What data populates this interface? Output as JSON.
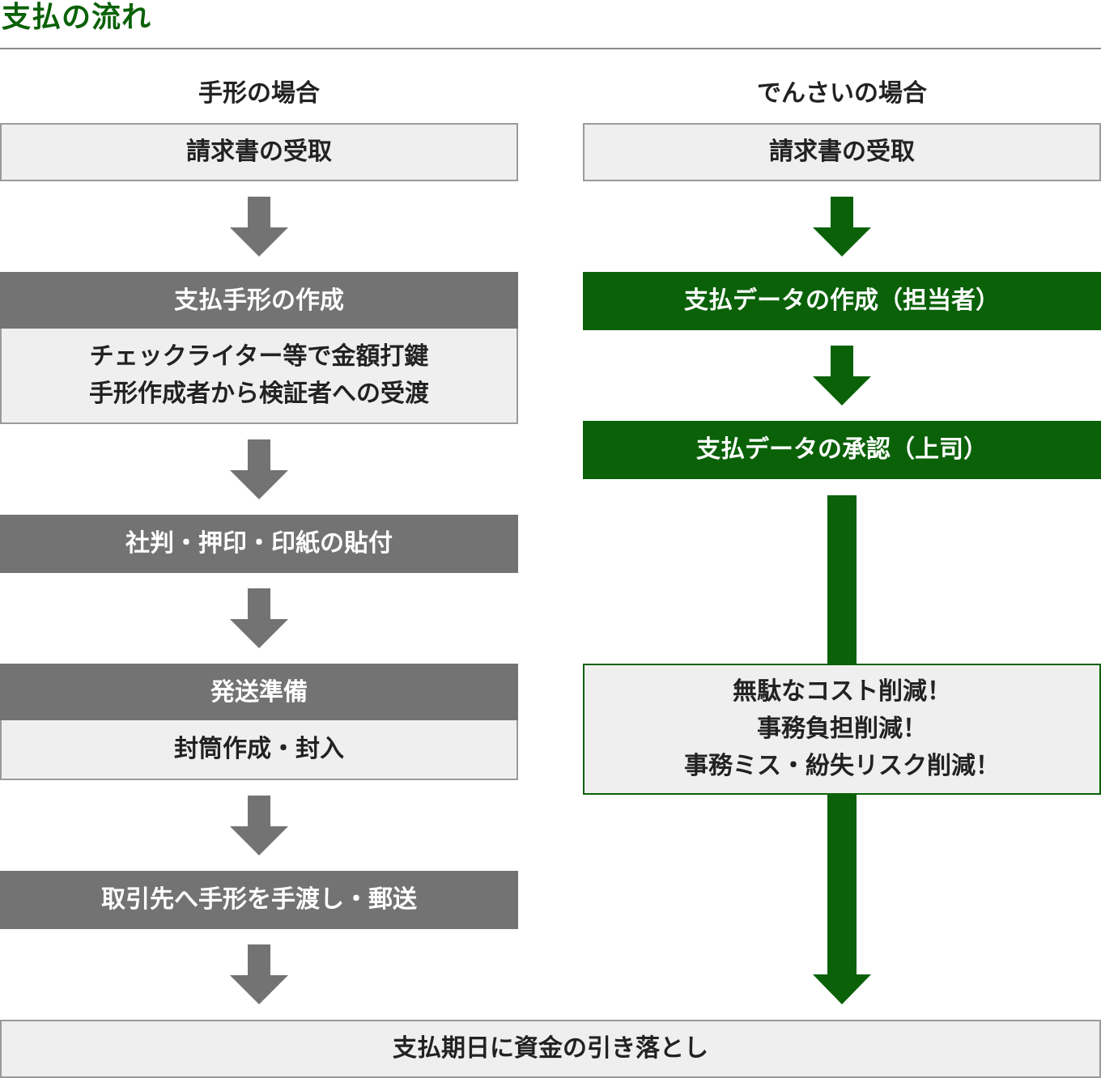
{
  "title": "支払の流れ",
  "columns": {
    "left": {
      "heading": "手形の場合",
      "invoice": "請求書の受取",
      "step1": {
        "title": "支払手形の作成",
        "line1": "チェックライター等で金額打鍵",
        "line2": "手形作成者から検証者への受渡"
      },
      "step2": "社判・押印・印紙の貼付",
      "step3": {
        "title": "発送準備",
        "detail": "封筒作成・封入"
      },
      "step4": "取引先へ手形を手渡し・郵送"
    },
    "right": {
      "heading": "でんさいの場合",
      "invoice": "請求書の受取",
      "step1": "支払データの作成（担当者）",
      "step2": "支払データの承認（上司）",
      "benefits": [
        "無駄なコスト削減！",
        "事務負担削減！",
        "事務ミス・紛失リスク削減！"
      ]
    }
  },
  "final": "支払期日に資金の引き落とし",
  "colors": {
    "green": "#0a6108",
    "gray": "#737373",
    "light": "#efefef"
  }
}
